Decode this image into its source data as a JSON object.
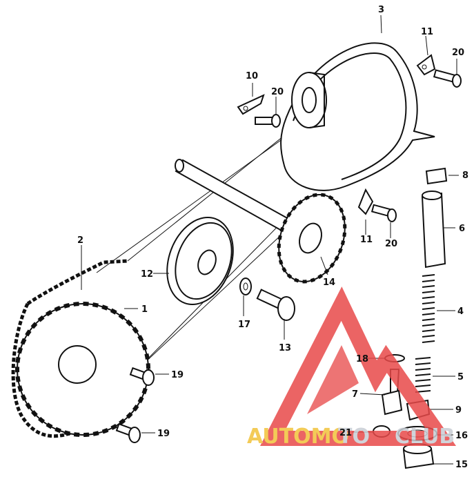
{
  "callouts": [
    {
      "id": "p1",
      "label": "1"
    },
    {
      "id": "p2",
      "label": "2"
    },
    {
      "id": "p3",
      "label": "3"
    },
    {
      "id": "p4",
      "label": "4"
    },
    {
      "id": "p5",
      "label": "5"
    },
    {
      "id": "p6",
      "label": "6"
    },
    {
      "id": "p7",
      "label": "7"
    },
    {
      "id": "p8",
      "label": "8"
    },
    {
      "id": "p9",
      "label": "9"
    },
    {
      "id": "p10",
      "label": "10"
    },
    {
      "id": "p11a",
      "label": "11"
    },
    {
      "id": "p11b",
      "label": "11"
    },
    {
      "id": "p12",
      "label": "12"
    },
    {
      "id": "p13",
      "label": "13"
    },
    {
      "id": "p14",
      "label": "14"
    },
    {
      "id": "p15",
      "label": "15"
    },
    {
      "id": "p16",
      "label": "16"
    },
    {
      "id": "p17",
      "label": "17"
    },
    {
      "id": "p18",
      "label": "18"
    },
    {
      "id": "p19a",
      "label": "19"
    },
    {
      "id": "p19b",
      "label": "19"
    },
    {
      "id": "p20a",
      "label": "20"
    },
    {
      "id": "p20b",
      "label": "20"
    },
    {
      "id": "p21",
      "label": "21"
    }
  ],
  "watermark": {
    "part1": "AUTOMO",
    "part2": "TO",
    "part3": "CLUB",
    "color_red": "#e84a4a",
    "color_gold": "#f2c23a",
    "color_gray": "#c8cdd4"
  }
}
